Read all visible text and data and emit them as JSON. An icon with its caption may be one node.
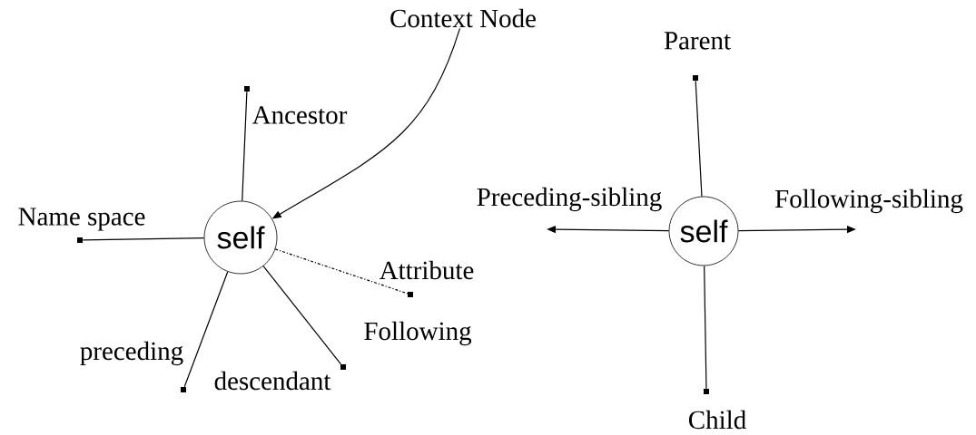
{
  "diagram": {
    "nodes": [
      {
        "text": [
          "Context Node"
        ]
      },
      {
        "text": [
          "self"
        ]
      },
      {
        "text": [],
        "shape": "box",
        "beside": [
          "Ancestor"
        ]
      },
      {
        "text": [],
        "shape": "box",
        "beside": [
          "Name space"
        ]
      },
      {
        "text": [],
        "shape": "box",
        "beside": [
          "Attribute"
        ]
      },
      {
        "text": [],
        "shape": "box",
        "beside": [
          "descendant"
        ]
      },
      {
        "text": [],
        "shape": "box",
        "beside": [
          "preceding"
        ]
      },
      {
        "text": [
          "self"
        ]
      },
      {
        "text": [],
        "shape": "box",
        "beside": [
          "Parent"
        ]
      },
      {
        "text": [],
        "shape": "box",
        "beside": [
          "Child"
        ]
      }
    ],
    "edges": [
      {
        "from": 0,
        "to": 1,
        "arrow": "to"
      },
      {
        "from": 1,
        "to": 2,
        "arrow": "none"
      },
      {
        "from": 1,
        "to": 3,
        "arrow": "none"
      },
      {
        "from": 1,
        "to": 4,
        "arrow": "none",
        "style": "dashed"
      },
      {
        "from": 1,
        "to": 5,
        "arrow": "none"
      },
      {
        "from": 1,
        "to": 6,
        "arrow": "none"
      },
      {
        "from": 7,
        "to": 8,
        "arrow": "none"
      },
      {
        "from": 7,
        "to": 9,
        "arrow": "none"
      },
      {
        "from": 7,
        "to": null,
        "arrow": "to",
        "label": "Preceding-sibling"
      },
      {
        "from": 7,
        "to": null,
        "arrow": "to",
        "label": "Following-sibling"
      }
    ],
    "labels": [
      "Following"
    ]
  }
}
